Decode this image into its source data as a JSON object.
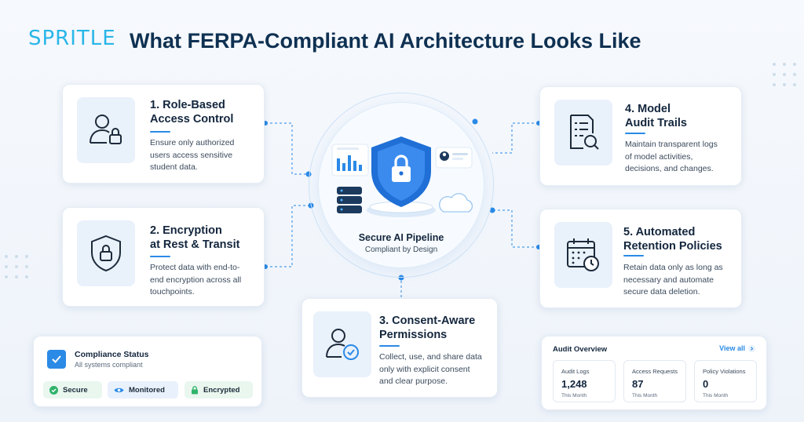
{
  "header": {
    "logo": "SPRITLE",
    "title": "What FERPA-Compliant AI Architecture Looks Like"
  },
  "center": {
    "title": "Secure AI Pipeline",
    "subtitle": "Compliant by Design"
  },
  "cards": [
    {
      "title_1": "1. Role-Based",
      "title_2": "Access Control",
      "desc_1": "Ensure only authorized",
      "desc_2": "users access sensitive",
      "desc_3": "student data.",
      "icon": "user-lock-icon"
    },
    {
      "title_1": "2. Encryption",
      "title_2": "at Rest & Transit",
      "desc_1": "Protect data with end-to-",
      "desc_2": "end encryption across all",
      "desc_3": "touchpoints.",
      "icon": "shield-lock-icon"
    },
    {
      "title_1": "3. Consent-Aware",
      "title_2": "Permissions",
      "desc_1": "Collect, use, and share data",
      "desc_2": "only with explicit consent",
      "desc_3": "and clear purpose.",
      "icon": "user-check-icon"
    },
    {
      "title_1": "4. Model",
      "title_2": "Audit Trails",
      "desc_1": "Maintain transparent logs",
      "desc_2": "of model activities,",
      "desc_3": "decisions, and changes.",
      "icon": "document-search-icon"
    },
    {
      "title_1": "5. Automated",
      "title_2": "Retention Policies",
      "desc_1": "Retain data only as long as",
      "desc_2": "necessary and automate",
      "desc_3": "secure data deletion.",
      "icon": "calendar-clock-icon"
    }
  ],
  "compliance": {
    "title": "Compliance Status",
    "subtitle": "All systems compliant",
    "pills": [
      {
        "label": "Secure",
        "color": "#2fb36b",
        "bg": "#e9f7ef",
        "icon": "check-circle-icon"
      },
      {
        "label": "Monitored",
        "color": "#2a8ae6",
        "bg": "#e8f1fc",
        "icon": "eye-icon"
      },
      {
        "label": "Encrypted",
        "color": "#2fb36b",
        "bg": "#e9f7ef",
        "icon": "lock-icon"
      }
    ]
  },
  "audit": {
    "title": "Audit Overview",
    "view_all": "View all",
    "stats": [
      {
        "label": "Audit Logs",
        "value": "1,248",
        "period": "This Month"
      },
      {
        "label": "Access Requests",
        "value": "87",
        "period": "This Month"
      },
      {
        "label": "Policy Violations",
        "value": "0",
        "period": "This Month"
      }
    ]
  },
  "colors": {
    "accent": "#2a8ae6",
    "title": "#0f3152",
    "logo": "#29b6e8"
  }
}
